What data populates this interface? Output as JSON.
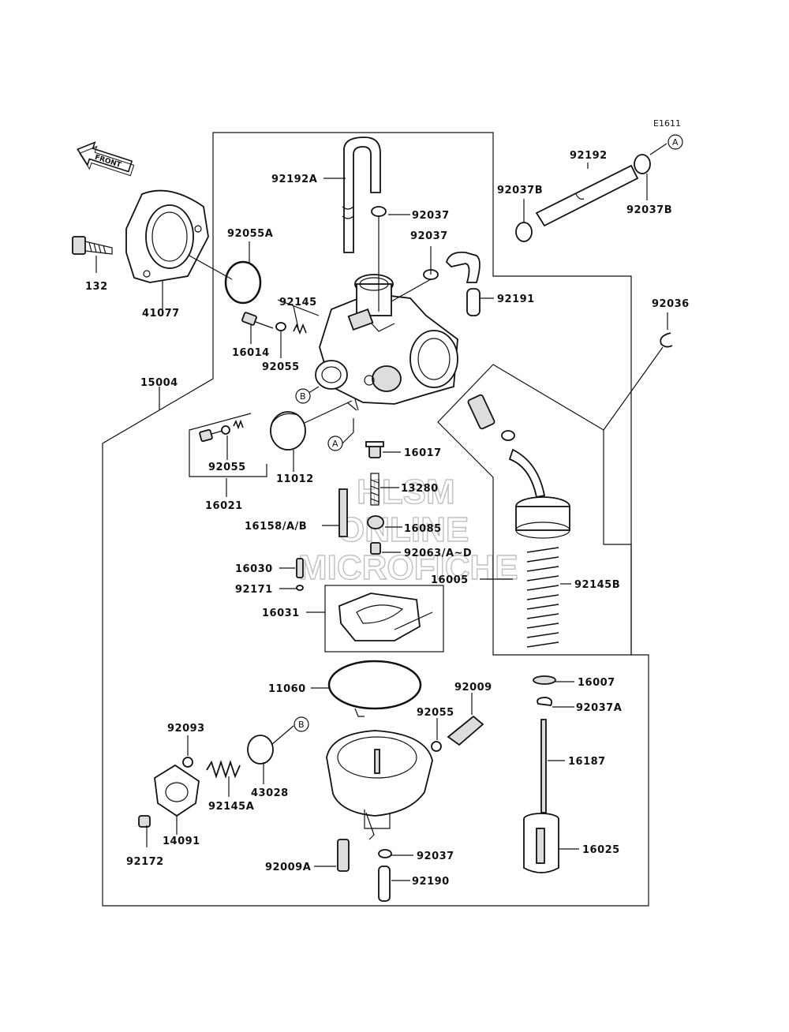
{
  "diagram_code": "E1611",
  "front_label": "FRONT",
  "watermark": {
    "line1": "HLSM",
    "line2": "ONLINE",
    "line3": "MICROFICHE"
  },
  "refs": {
    "A": "A",
    "B": "B"
  },
  "parts": {
    "p92192A": "92192A",
    "p92037_top": "92037",
    "p92037_mid": "92037",
    "p92191": "92191",
    "p92192": "92192",
    "p92037B_left": "92037B",
    "p92037B_right": "92037B",
    "p92036": "92036",
    "p92055A": "92055A",
    "p132": "132",
    "p41077": "41077",
    "p92145": "92145",
    "p16014": "16014",
    "p92055_top": "92055",
    "p15004": "15004",
    "p92055_box": "92055",
    "p16021": "16021",
    "p11012": "11012",
    "p16017": "16017",
    "p13280": "13280",
    "p16158": "16158/A/B",
    "p16085": "16085",
    "p92063": "92063/A~D",
    "p16005": "16005",
    "p92145B": "92145B",
    "p16030": "16030",
    "p92171": "92171",
    "p16031": "16031",
    "p11060": "11060",
    "p92009": "92009",
    "p16007": "16007",
    "p92037A": "92037A",
    "p92093": "92093",
    "p92055_bot": "92055",
    "p16187": "16187",
    "p43028": "43028",
    "p92145A": "92145A",
    "p14091": "14091",
    "p92172": "92172",
    "p92009A": "92009A",
    "p92037_bot": "92037",
    "p92190": "92190",
    "p16025": "16025"
  }
}
